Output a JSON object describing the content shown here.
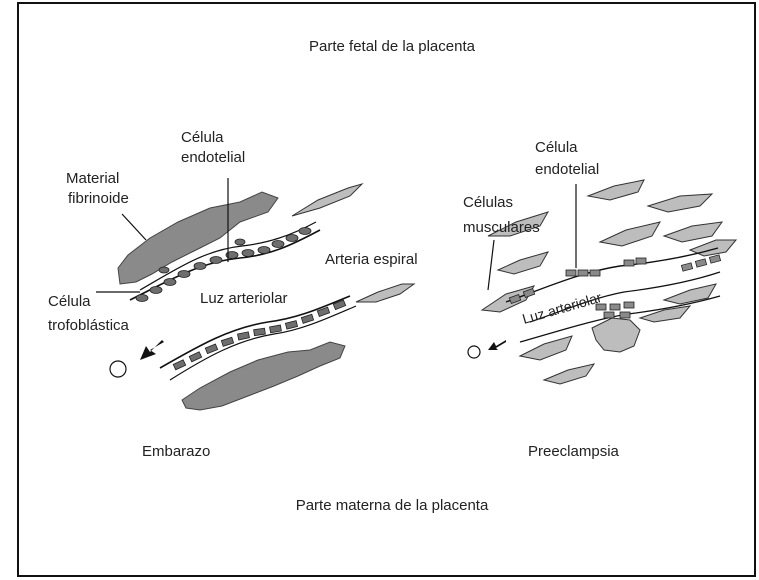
{
  "labels": {
    "top_title": "Parte fetal de la placenta",
    "bottom_title": "Parte materna de la placenta",
    "left_panel": {
      "caption": "Embarazo",
      "material_line1": "Material",
      "material_line2": "fibrinoide",
      "celula_endotelial_line1": "Célula",
      "celula_endotelial_line2": "endotelial",
      "arteria_espiral": "Arteria espiral",
      "celula_trofo_line1": "Célula",
      "celula_trofo_line2": "trofoblástica",
      "luz_arteriolar": "Luz arteriolar"
    },
    "right_panel": {
      "caption": "Preeclampsia",
      "celula_endotelial_line1": "Célula",
      "celula_endotelial_line2": "endotelial",
      "celulas_musc_line1": "Células",
      "celulas_musc_line2": "musculares",
      "luz_arteriolar": "Luz arteriolar"
    }
  },
  "colors": {
    "tissue": "#8a8a8a",
    "muscle": "#bdbdbd",
    "cell_fill": "#6e6e6e",
    "line": "#111111"
  }
}
